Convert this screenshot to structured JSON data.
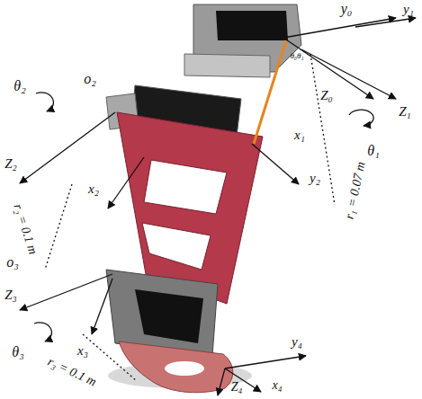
{
  "diagram": {
    "labels": [
      "y₀",
      "y₁",
      "θ₀θ₁",
      "Z₀",
      "Z₁",
      "o₂",
      "x₁",
      "θ₁",
      "θ₂",
      "Z₂",
      "y₂",
      "r₁ = 0.07 m",
      "r₂ = 0.1 m",
      "x₂",
      "o₃",
      "Z₃",
      "θ₃",
      "x₃",
      "y₄",
      "r₃ = 0.1 m",
      "Z₄",
      "x₄"
    ]
  }
}
